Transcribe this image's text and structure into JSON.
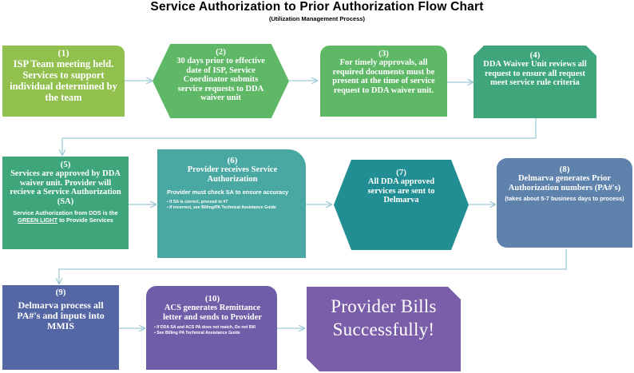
{
  "title": "Service Authorization to Prior Authorization Flow Chart",
  "subtitle": "(Utilization Management Process)",
  "colors": {
    "light_green": "#92c04e",
    "green": "#5eb866",
    "teal_green": "#3ea67a",
    "teal": "#4aa8a2",
    "dark_teal": "#208e92",
    "blue": "#5e82ab",
    "indigo": "#5466a3",
    "purple": "#6e5ea8",
    "violet": "#7b5ea9",
    "connector": "#9fcbd5"
  },
  "steps": [
    {
      "number": "(1)",
      "text": "ISP Team meeting held.  Services to support individual determined by the team",
      "shape": "rounded-rect"
    },
    {
      "number": "(2)",
      "text": "30 days prior to effective date of ISP, Service Coordinator submits service requests to DDA waiver unit",
      "shape": "hexagon"
    },
    {
      "number": "(3)",
      "text": "For timely approvals, all required documents must be present at the time of service request to DDA waiver unit.",
      "shape": "snip-rect"
    },
    {
      "number": "(4)",
      "text": "DDA Waiver Unit reviews all request to ensure all  request  meet service rule criteria",
      "shape": "snip-rect"
    },
    {
      "number": "(5)",
      "text": "Services are approved by DDA waiver unit.  Provider will recieve a Service Authorization (SA)",
      "note_before": "Service Authorization from DDS is the ",
      "note_emphasis": "GREEN LIGHT",
      "note_after": " to Provide Services",
      "shape": "rect"
    },
    {
      "number": "(6)",
      "text": "Provider receives Service Authorization",
      "note": "Provider must check SA to ensure accuracy",
      "bullets": [
        "If SA is correct, proceed to #7",
        "If incorrect, see Billing/PA Technical Assistance Guide"
      ],
      "shape": "rounded-rect"
    },
    {
      "number": "(7)",
      "text": "All DDA approved services are sent to Delmarva",
      "shape": "hexagon"
    },
    {
      "number": "(8)",
      "text": "Delmarva generates Prior Authorization numbers (PA#'s)",
      "note": "(takes about 5-7 business days to process)",
      "shape": "snip-rect"
    },
    {
      "number": "(9)",
      "text": "Delmarva process all PA#'s and inputs into MMIS",
      "shape": "rect"
    },
    {
      "number": "(10)",
      "text": "ACS generates Remittance letter and sends to Provider",
      "bullets": [
        "If DDA SA and ACS PA does not match, Do not Bill",
        "See Billing PA Technical Assistance Guide"
      ],
      "shape": "rounded-rect"
    },
    {
      "number": "",
      "text": "Provider Bills Successfully!",
      "shape": "snip-rect"
    }
  ]
}
